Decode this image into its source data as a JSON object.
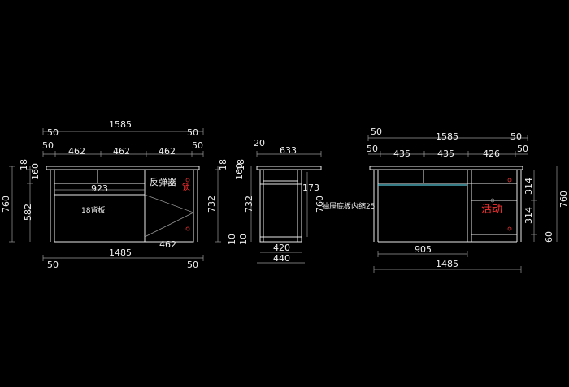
{
  "front_view": {
    "overall_width": "1585",
    "edge_left_top": "50",
    "edge_right_top": "50",
    "edge_left_2": "50",
    "edge_right_2": "50",
    "bay_1": "462",
    "bay_2": "462",
    "bay_3": "462",
    "inner_width": "923",
    "door_width": "462",
    "base_width": "1485",
    "base_left": "50",
    "base_right": "50",
    "height_total": "760",
    "height_top": "18",
    "height_drawer": "160",
    "height_lower": "582",
    "height_side": "732",
    "note_back_panel": "18背板",
    "note_rebound": "反弹器",
    "note_red_mark": "锁"
  },
  "side_view": {
    "depth_top": "633",
    "offset_top": "20",
    "height_top": "18",
    "height_drawer": "160",
    "height_inner": "173",
    "height_side": "732",
    "height_total": "760",
    "height_b1": "10",
    "height_b2": "10",
    "depth_inner": "420",
    "depth_outer": "440",
    "note_drawer": "抽屉底板内缩25"
  },
  "back_view": {
    "overall_width": "1585",
    "edge_left_top": "50",
    "edge_right_top": "50",
    "edge_left_2": "50",
    "edge_right_2": "50",
    "bay_1": "435",
    "bay_2": "435",
    "bay_3": "426",
    "shelf_upper": "314",
    "shelf_lower": "314",
    "height_total": "760",
    "height_foot": "60",
    "span_905": "905",
    "base_width": "1485",
    "note_movable": "活动"
  }
}
